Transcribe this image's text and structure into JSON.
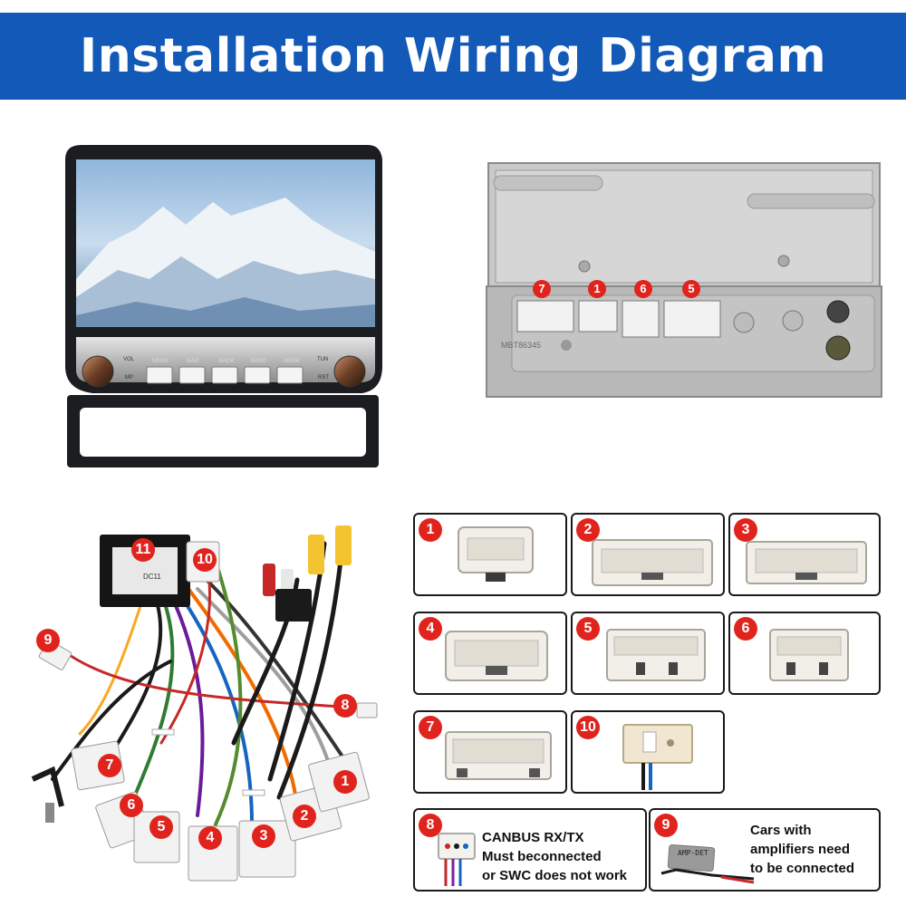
{
  "header": {
    "title": "Installation Wiring Diagram"
  },
  "head_unit": {
    "buttons": [
      "MENU",
      "NAVI",
      "BACK",
      "BAND",
      "MODE"
    ],
    "left_knob_labels": [
      "VOL",
      "MP"
    ],
    "right_knob_labels": [
      "TUN",
      "RST"
    ]
  },
  "back_panel": {
    "port_numbers": [
      "7",
      "1",
      "6",
      "5"
    ],
    "engraved_text": "MBT86345"
  },
  "harness": {
    "tags": [
      "11",
      "10",
      "9",
      "8",
      "7",
      "6",
      "5",
      "4",
      "3",
      "2",
      "1"
    ],
    "canbus_label": "DC11",
    "amp_label": "AMP-DET"
  },
  "connectors": [
    {
      "num": "1"
    },
    {
      "num": "2"
    },
    {
      "num": "3"
    },
    {
      "num": "4"
    },
    {
      "num": "5"
    },
    {
      "num": "6"
    },
    {
      "num": "7"
    },
    {
      "num": "10"
    }
  ],
  "notes": [
    {
      "num": "8",
      "lines": [
        "CANBUS RX/TX",
        "Must beconnected",
        "or SWC does not work"
      ]
    },
    {
      "num": "9",
      "lines": [
        "Cars with",
        "amplifiers need",
        "to be connected"
      ]
    }
  ],
  "colors": {
    "banner": "#1259b8",
    "badge": "#e0241d"
  }
}
